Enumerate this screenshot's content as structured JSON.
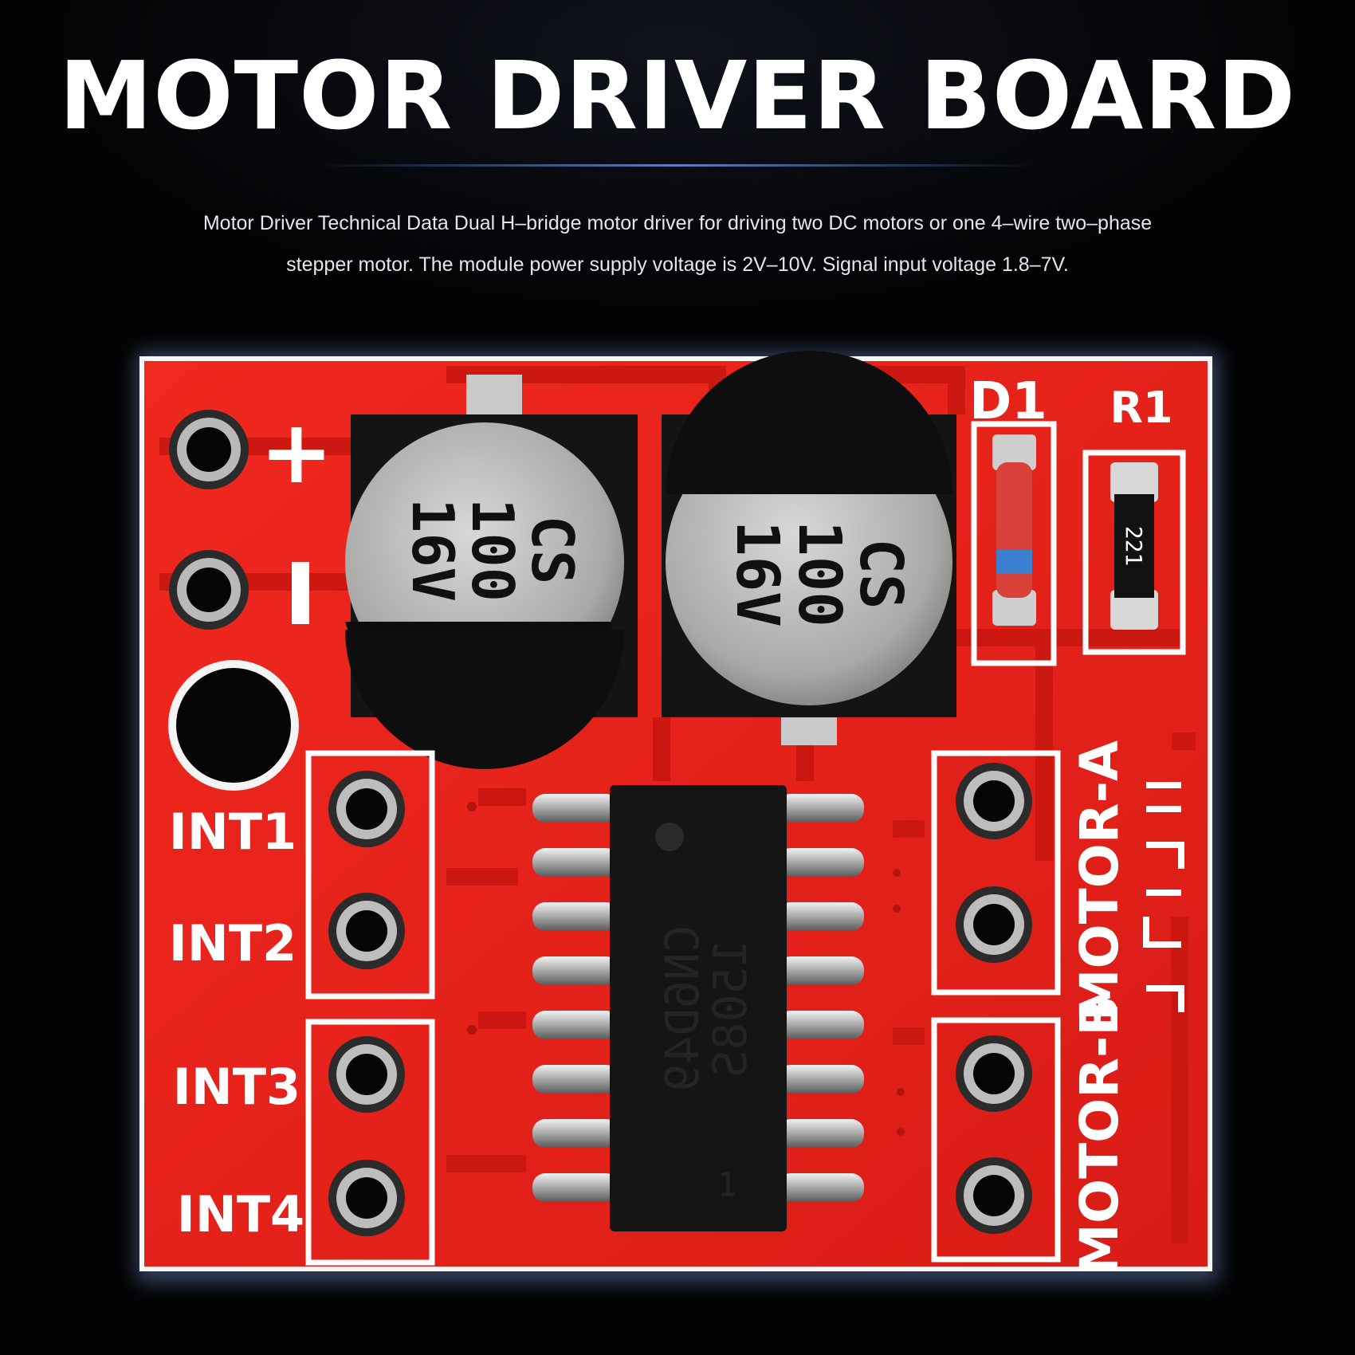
{
  "header": {
    "title": "MOTOR DRIVER BOARD",
    "description_line1": "Motor Driver Technical Data Dual H–bridge motor driver for driving two DC motors or one 4–wire two–phase",
    "description_line2": "stepper motor. The module power supply voltage is 2V–10V. Signal input voltage 1.8–7V."
  },
  "board": {
    "colors": {
      "pcb": "#e8221c",
      "silkscreen": "#ffffff",
      "background": "#020203"
    },
    "power_labels": {
      "plus": "+",
      "minus": "-"
    },
    "capacitor_left": {
      "line1": "CS",
      "line2": "100",
      "line3": "16V"
    },
    "capacitor_right": {
      "line1": "CS",
      "line2": "100",
      "line3": "16V"
    },
    "diode_label": "D1",
    "resistor_label": "R1",
    "resistor_code": "221",
    "chip": {
      "line1": "1508S",
      "line2": "CN6D49",
      "line3": "1"
    },
    "input_labels": [
      "INT1",
      "INT2",
      "INT3",
      "INT4"
    ],
    "motor_a_label": "MOTOR-A",
    "motor_b_label": "MOTOR-B"
  }
}
